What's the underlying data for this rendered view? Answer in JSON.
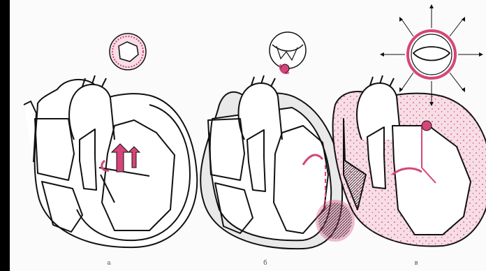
{
  "figure": {
    "panels": [
      {
        "label": "a"
      },
      {
        "label": "б"
      },
      {
        "label": "в"
      }
    ]
  },
  "colors": {
    "background": "#000000",
    "paper": "#fbfbfb",
    "ink": "#111111",
    "accent": "#d6457a",
    "accent_light": "#f7dde6"
  }
}
